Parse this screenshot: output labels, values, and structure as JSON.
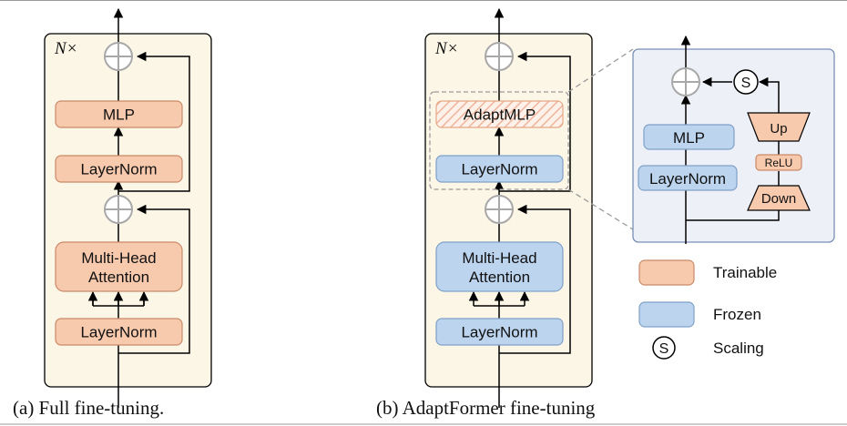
{
  "colors": {
    "panel_bg": "#fcf6e6",
    "zoom_bg": "#eef0f7",
    "zoom_border": "#7a8fb5",
    "trainable_fill": "#f7c9ad",
    "trainable_stroke": "#c98a68",
    "frozen_fill": "#bcd4ee",
    "frozen_stroke": "#7fa0c8",
    "adapt_hatch": "#f0b49b",
    "plus_gray": "#a8a8a8",
    "line": "#000000"
  },
  "left": {
    "repeat": "N×",
    "mlp": "MLP",
    "layernorm_top": "LayerNorm",
    "mha_line1": "Multi-Head",
    "mha_line2": "Attention",
    "layernorm_bottom": "LayerNorm",
    "caption": "(a) Full fine-tuning."
  },
  "right": {
    "repeat": "N×",
    "adaptmlp": "AdaptMLP",
    "layernorm_top": "LayerNorm",
    "mha_line1": "Multi-Head",
    "mha_line2": "Attention",
    "layernorm_bottom": "LayerNorm",
    "caption": "(b) AdaptFormer fine-tuning"
  },
  "zoom": {
    "mlp": "MLP",
    "layernorm": "LayerNorm",
    "up": "Up",
    "relu": "ReLU",
    "down": "Down",
    "scale_symbol": "S"
  },
  "legend": {
    "trainable": "Trainable",
    "frozen": "Frozen",
    "scaling_symbol": "S",
    "scaling": "Scaling"
  }
}
